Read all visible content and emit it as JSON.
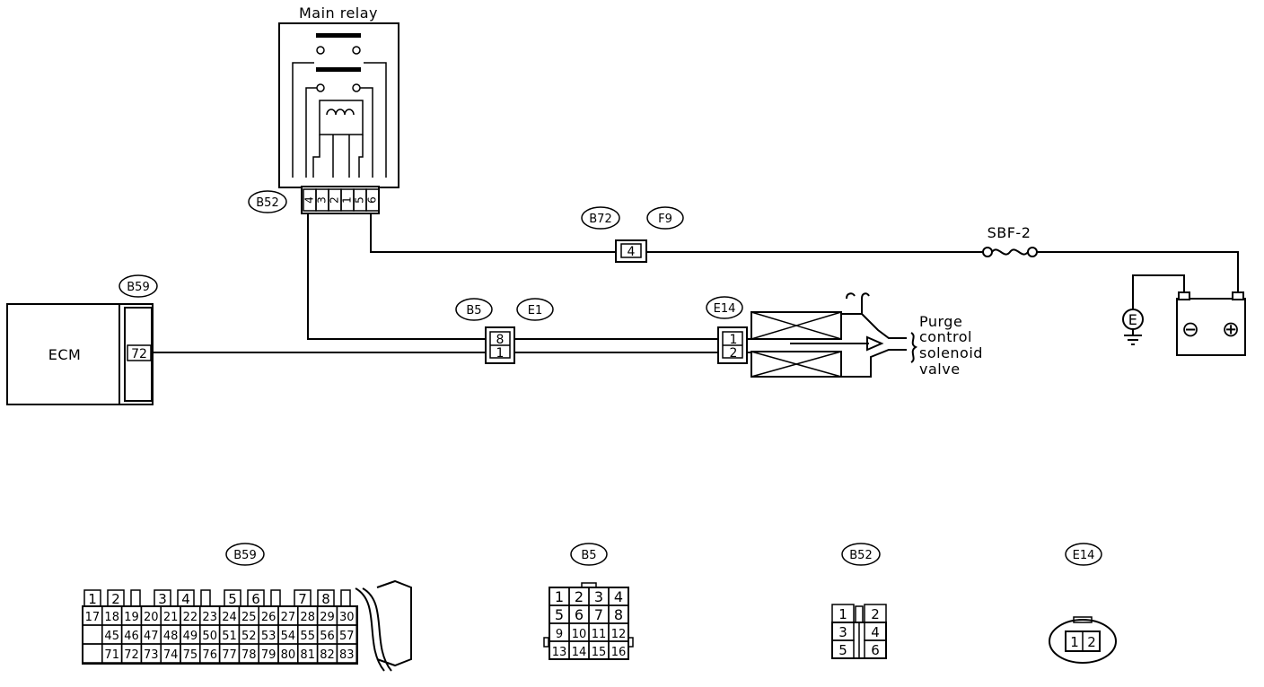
{
  "main_relay": {
    "title": "Main relay",
    "connector": "B52",
    "pins": [
      "4",
      "3",
      "2",
      "1",
      "5",
      "6"
    ]
  },
  "ecm": {
    "label": "ECM",
    "connector": "B59",
    "pin": "72"
  },
  "junction_b5_e1": {
    "left_tag": "B5",
    "right_tag": "E1",
    "pins": [
      "8",
      "1"
    ]
  },
  "junction_b72_f9": {
    "left_tag": "B72",
    "right_tag": "F9",
    "pin": "4"
  },
  "fuse": {
    "label": "SBF-2"
  },
  "solenoid": {
    "connector": "E14",
    "pins": [
      "1",
      "2"
    ],
    "label_lines": [
      "Purge",
      "control",
      "solenoid",
      "valve"
    ]
  },
  "ground": {
    "label": "E"
  },
  "battery": {
    "neg": "⊖",
    "pos": "⊕"
  },
  "connector_views": {
    "b59": {
      "tag": "B59",
      "row1": [
        "1",
        "2",
        "",
        "3",
        "4",
        "",
        "5",
        "6",
        "",
        "7",
        "8",
        ""
      ],
      "row2": [
        "17",
        "18",
        "19",
        "20",
        "21",
        "22",
        "23",
        "24",
        "25",
        "26",
        "27",
        "28",
        "29",
        "30"
      ],
      "row3": [
        "",
        "45",
        "46",
        "47",
        "48",
        "49",
        "50",
        "51",
        "52",
        "53",
        "54",
        "55",
        "56",
        "57"
      ],
      "row4": [
        "",
        "71",
        "72",
        "73",
        "74",
        "75",
        "76",
        "77",
        "78",
        "79",
        "80",
        "81",
        "82",
        "83"
      ]
    },
    "b5": {
      "tag": "B5",
      "rows": [
        [
          "1",
          "2",
          "3",
          "4"
        ],
        [
          "5",
          "6",
          "7",
          "8"
        ],
        [
          "9",
          "10",
          "11",
          "12"
        ],
        [
          "13",
          "14",
          "15",
          "16"
        ]
      ]
    },
    "b52": {
      "tag": "B52",
      "rows": [
        [
          "1",
          "",
          "2"
        ],
        [
          "3",
          "",
          "4"
        ],
        [
          "5",
          "",
          "6"
        ]
      ]
    },
    "e14": {
      "tag": "E14",
      "pins": [
        "1",
        "2"
      ]
    }
  }
}
